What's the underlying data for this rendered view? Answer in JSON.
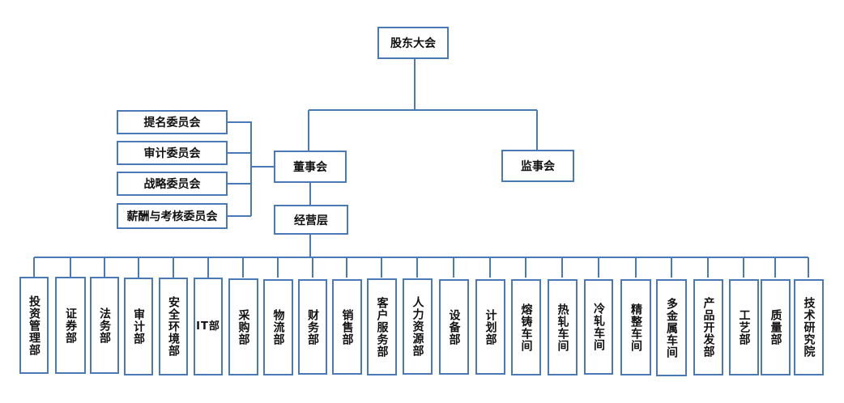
{
  "colors": {
    "line": "#4a7ab5",
    "border": "#4a7ab5",
    "text": "#111111"
  },
  "nodes": {
    "shareholders": "股东大会",
    "board": "董事会",
    "supervisors": "监事会",
    "management": "经营层"
  },
  "committees": [
    "提名委员会",
    "审计委员会",
    "战略委员会",
    "薪酬与考核委员会"
  ],
  "departments": [
    "投资管理部",
    "证券部",
    "法务部",
    "审计部",
    "安全环境部",
    "IT部",
    "采购部",
    "物流部",
    "财务部",
    "销售部",
    "客户服务部",
    "人力资源部",
    "设备部",
    "计划部",
    "熔铸车间",
    "热轧车间",
    "冷轧车间",
    "精整车间",
    "多金属车间",
    "产品开发部",
    "工艺部",
    "质量部",
    "技术研究院"
  ]
}
